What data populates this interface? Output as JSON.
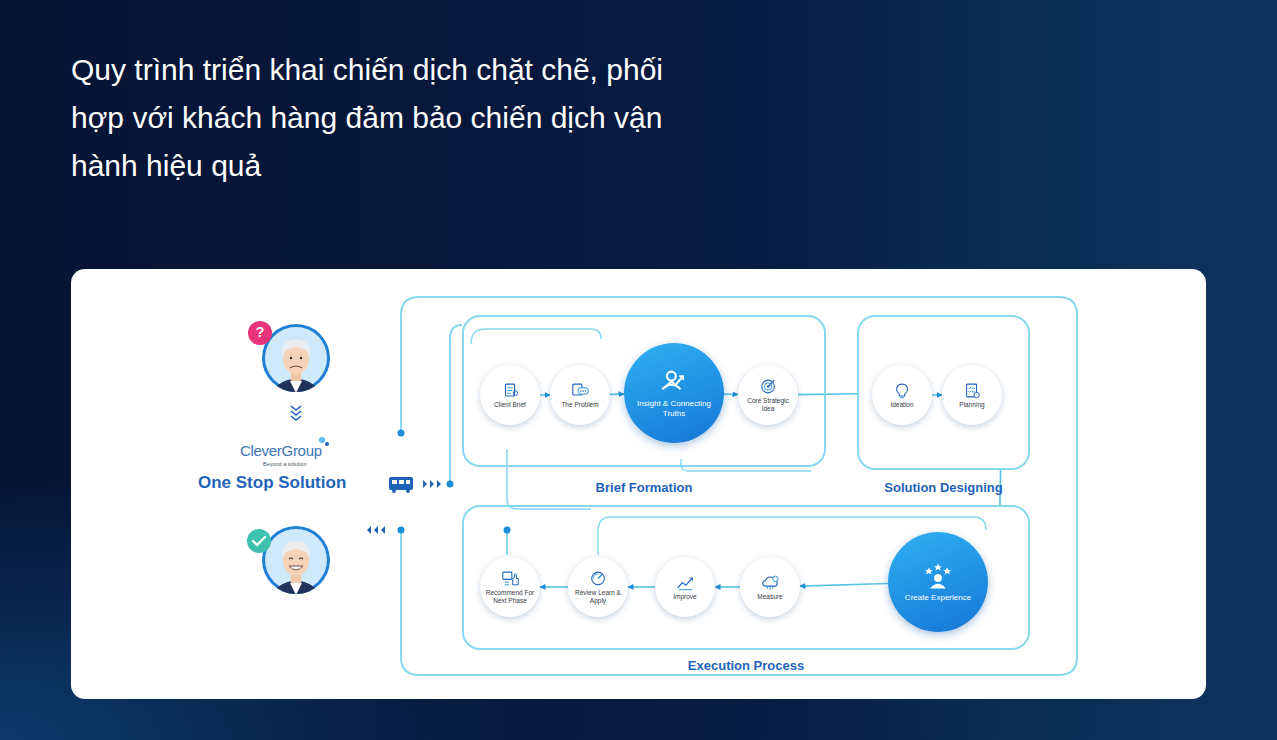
{
  "diagram": {
    "title": "Quy trình triển khai chiến dịch chặt chẽ, phối hợp với khách hàng đảm bảo chiến dịch vận hành hiệu quả",
    "nodes": [
      {
        "text": [
          "Brief Formation"
        ]
      },
      {
        "text": [
          "Client Brief"
        ],
        "in": 0
      },
      {
        "text": [
          "The Problem"
        ],
        "in": 0
      },
      {
        "text": [
          "Insight & Connecting Truths"
        ],
        "in": 0
      },
      {
        "text": [
          "Core Strategic Idea"
        ],
        "in": 0
      },
      {
        "text": [
          "Solution Designing"
        ]
      },
      {
        "text": [
          "Ideation"
        ],
        "in": 5
      },
      {
        "text": [
          "Planning"
        ],
        "in": 5
      },
      {
        "text": [
          "Execution Process"
        ]
      },
      {
        "text": [
          "Create Experience"
        ],
        "in": 8
      },
      {
        "text": [
          "Measure"
        ],
        "in": 8
      },
      {
        "text": [
          "Improve"
        ],
        "in": 8
      },
      {
        "text": [
          "Review Learn & Apply"
        ],
        "in": 8
      },
      {
        "text": [
          "Recommend For Next Phase"
        ],
        "in": 8
      }
    ],
    "edges": [
      {
        "from": 1,
        "to": 2,
        "arrow": "to"
      },
      {
        "from": 2,
        "to": 3,
        "arrow": "to"
      },
      {
        "from": 3,
        "to": 4,
        "arrow": "to"
      },
      {
        "from": 4,
        "to": 5,
        "arrow": "none"
      },
      {
        "from": 6,
        "to": 7,
        "arrow": "to"
      },
      {
        "from": 5,
        "to": 8,
        "arrow": "none"
      },
      {
        "from": 9,
        "to": 10,
        "arrow": "to"
      },
      {
        "from": 10,
        "to": 11,
        "arrow": "to"
      },
      {
        "from": 11,
        "to": 12,
        "arrow": "to"
      },
      {
        "from": 12,
        "to": 13,
        "arrow": "to"
      }
    ],
    "labels": [
      "CleverGroup",
      "Beyond a solution",
      "One Stop Solution",
      "?"
    ]
  }
}
